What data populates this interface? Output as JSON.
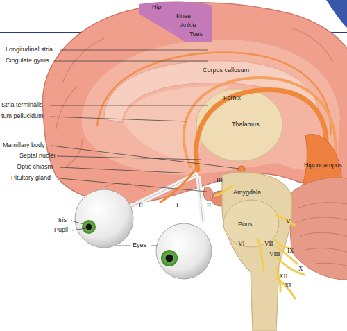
{
  "diagram": {
    "labels": [
      "Hip",
      "Knee",
      "Ankle",
      "Toes",
      "Longitudinal stria",
      "Cingulate gyrus",
      "Corpus callosum",
      "Stria terminalis",
      "tum pellucidum",
      "Fornix",
      "Thalamus",
      "Mamillary body",
      "Septal nuclei",
      "Optic chiasm",
      "Pituitary gland",
      "Hippocampus",
      "III",
      "Amygdala",
      "II",
      "I",
      "II",
      "Iris",
      "Pupil",
      "Eyes",
      "Pons",
      "V",
      "VI",
      "VII",
      "VIII",
      "IX",
      "X",
      "XII",
      "XI"
    ]
  }
}
